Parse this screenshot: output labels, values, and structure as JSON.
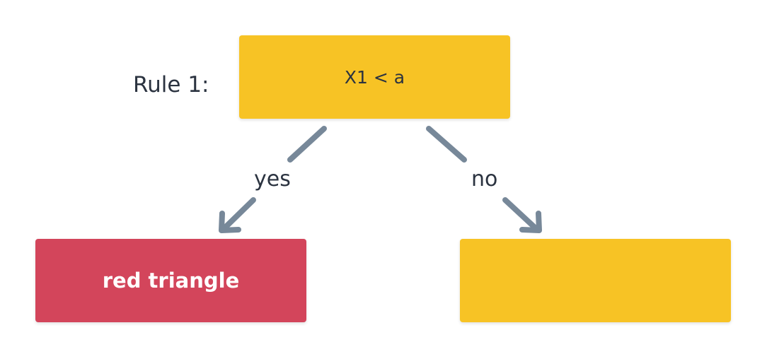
{
  "diagram": {
    "rule_label": "Rule 1:",
    "root": {
      "text": "X1 < a"
    },
    "yes_branch": {
      "edge_label": "yes",
      "node_text": "red triangle"
    },
    "no_branch": {
      "edge_label": "no",
      "node_text": ""
    }
  },
  "colors": {
    "decision_node": "#f7c325",
    "leaf_red": "#d3455b",
    "arrow": "#778899",
    "text_dark": "#2b3340",
    "text_light": "#ffffff"
  }
}
